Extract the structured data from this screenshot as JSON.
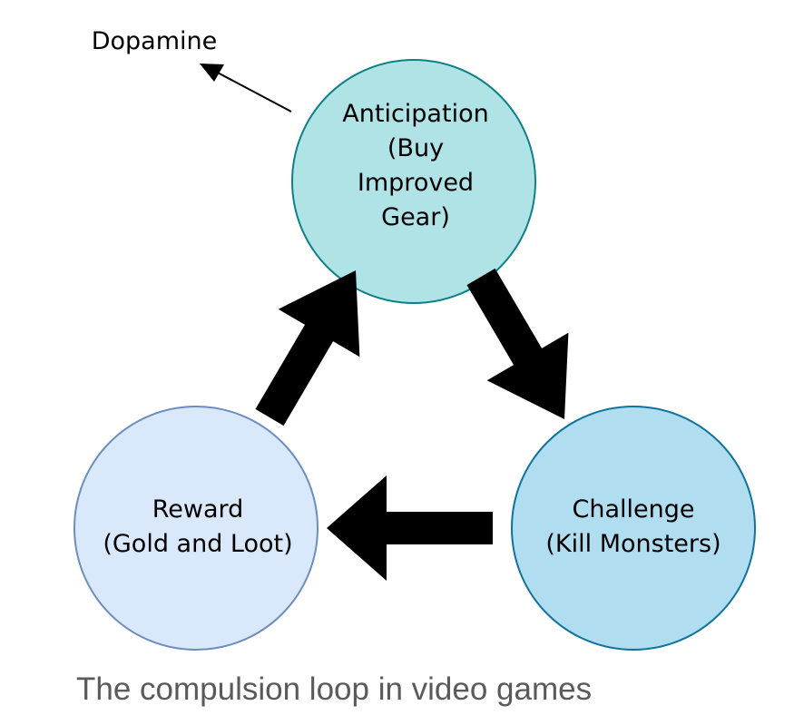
{
  "nodes": {
    "anticipation": {
      "lines": [
        "Anticipation",
        "(Buy",
        "Improved",
        "Gear)"
      ],
      "fill": "#b0e3e6",
      "stroke": "#0e8088"
    },
    "challenge": {
      "lines": [
        "Challenge",
        "(Kill Monsters)"
      ],
      "fill": "#b1ddf0",
      "stroke": "#10739e"
    },
    "reward": {
      "lines": [
        "Reward",
        "(Gold and Loot)"
      ],
      "fill": "#dae8fc",
      "stroke": "#6c8ebf"
    }
  },
  "dopamine_label": "Dopamine",
  "caption": "The compulsion loop in video games"
}
